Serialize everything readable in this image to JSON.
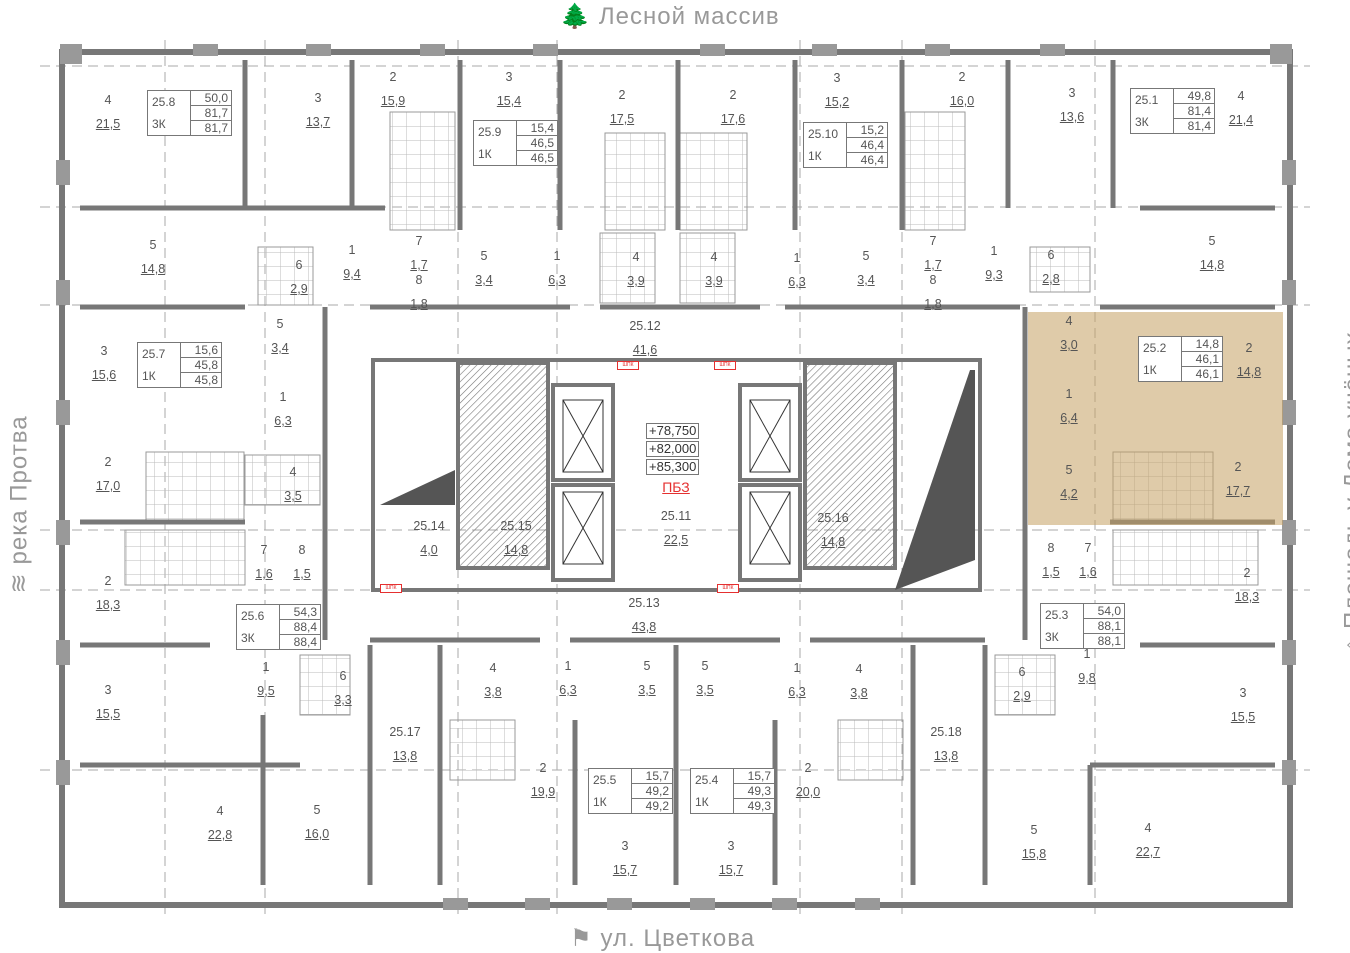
{
  "orientation": {
    "top": {
      "label": "Лесной массив",
      "icon": "tree-icon"
    },
    "bottom": {
      "label": "ул. Цветкова",
      "icon": "signpost-icon"
    },
    "left": {
      "label": "река Протва",
      "icon": "water-icon"
    },
    "right": {
      "label": "Площадь у Дома учёных",
      "icon": "building-icon"
    }
  },
  "rooms": [
    {
      "n": "4",
      "a": "21,5"
    },
    {
      "n": "3",
      "a": "13,7"
    },
    {
      "n": "2",
      "a": "15,9"
    },
    {
      "n": "3",
      "a": "15,4"
    },
    {
      "n": "2",
      "a": "17,5"
    },
    {
      "n": "2",
      "a": "17,6"
    },
    {
      "n": "3",
      "a": "15,2"
    },
    {
      "n": "2",
      "a": "16,0"
    },
    {
      "n": "3",
      "a": "13,6"
    },
    {
      "n": "4",
      "a": "21,4"
    },
    {
      "n": "5",
      "a": "14,8"
    },
    {
      "n": "6",
      "a": "2,9"
    },
    {
      "n": "1",
      "a": "9,4"
    },
    {
      "n": "7",
      "a": "1,7"
    },
    {
      "n": "8",
      "a": "1,8"
    },
    {
      "n": "5",
      "a": "3,4"
    },
    {
      "n": "1",
      "a": "6,3"
    },
    {
      "n": "4",
      "a": "3,9"
    },
    {
      "n": "4",
      "a": "3,9"
    },
    {
      "n": "1",
      "a": "6,3"
    },
    {
      "n": "5",
      "a": "3,4"
    },
    {
      "n": "7",
      "a": "1,7"
    },
    {
      "n": "8",
      "a": "1,8"
    },
    {
      "n": "1",
      "a": "9,3"
    },
    {
      "n": "6",
      "a": "2,8"
    },
    {
      "n": "5",
      "a": "14,8"
    },
    {
      "n": "5",
      "a": "3,4"
    },
    {
      "n": "3",
      "a": "15,6"
    },
    {
      "n": "1",
      "a": "6,3"
    },
    {
      "n": "2",
      "a": "17,0"
    },
    {
      "n": "4",
      "a": "3,5"
    },
    {
      "n": "7",
      "a": "1,6"
    },
    {
      "n": "8",
      "a": "1,5"
    },
    {
      "n": "2",
      "a": "18,3"
    },
    {
      "n": "1",
      "a": "9,5"
    },
    {
      "n": "6",
      "a": "3,3"
    },
    {
      "n": "3",
      "a": "15,5"
    },
    {
      "n": "4",
      "a": "22,8"
    },
    {
      "n": "5",
      "a": "16,0"
    },
    {
      "n": "25.12",
      "a": "41,6"
    },
    {
      "n": "25.11",
      "a": "22,5"
    },
    {
      "n": "25.14",
      "a": "4,0"
    },
    {
      "n": "25.15",
      "a": "14,8"
    },
    {
      "n": "25.16",
      "a": "14,8"
    },
    {
      "n": "25.13",
      "a": "43,8"
    },
    {
      "n": "25.17",
      "a": "13,8"
    },
    {
      "n": "4",
      "a": "3,8"
    },
    {
      "n": "1",
      "a": "6,3"
    },
    {
      "n": "5",
      "a": "3,5"
    },
    {
      "n": "5",
      "a": "3,5"
    },
    {
      "n": "1",
      "a": "6,3"
    },
    {
      "n": "4",
      "a": "3,8"
    },
    {
      "n": "25.18",
      "a": "13,8"
    },
    {
      "n": "2",
      "a": "19,9"
    },
    {
      "n": "2",
      "a": "20,0"
    },
    {
      "n": "3",
      "a": "15,7"
    },
    {
      "n": "3",
      "a": "15,7"
    },
    {
      "n": "4",
      "a": "3,0"
    },
    {
      "n": "2",
      "a": "14,8"
    },
    {
      "n": "1",
      "a": "6,4"
    },
    {
      "n": "5",
      "a": "4,2"
    },
    {
      "n": "2",
      "a": "17,7"
    },
    {
      "n": "8",
      "a": "1,5"
    },
    {
      "n": "7",
      "a": "1,6"
    },
    {
      "n": "2",
      "a": "18,3"
    },
    {
      "n": "1",
      "a": "9,8"
    },
    {
      "n": "6",
      "a": "2,9"
    },
    {
      "n": "3",
      "a": "15,5"
    },
    {
      "n": "5",
      "a": "15,8"
    },
    {
      "n": "4",
      "a": "22,7"
    }
  ],
  "apartments": [
    {
      "id": "25.8",
      "type": "3К",
      "v": [
        "50,0",
        "81,7",
        "81,7"
      ]
    },
    {
      "id": "25.9",
      "type": "1К",
      "v": [
        "15,4",
        "46,5",
        "46,5"
      ]
    },
    {
      "id": "25.10",
      "type": "1К",
      "v": [
        "15,2",
        "46,4",
        "46,4"
      ]
    },
    {
      "id": "25.1",
      "type": "3К",
      "v": [
        "49,8",
        "81,4",
        "81,4"
      ]
    },
    {
      "id": "25.7",
      "type": "1К",
      "v": [
        "15,6",
        "45,8",
        "45,8"
      ]
    },
    {
      "id": "25.6",
      "type": "3К",
      "v": [
        "54,3",
        "88,4",
        "88,4"
      ]
    },
    {
      "id": "25.5",
      "type": "1К",
      "v": [
        "15,7",
        "49,2",
        "49,2"
      ]
    },
    {
      "id": "25.4",
      "type": "1К",
      "v": [
        "15,7",
        "49,3",
        "49,3"
      ]
    },
    {
      "id": "25.2",
      "type": "1К",
      "v": [
        "14,8",
        "46,1",
        "46,1"
      ]
    },
    {
      "id": "25.3",
      "type": "3К",
      "v": [
        "54,0",
        "88,1",
        "88,1"
      ]
    }
  ],
  "elevations": [
    "+78,750",
    "+82,000",
    "+85,300"
  ],
  "safety_zone": "ПБЗ",
  "shk_label": "ШПК",
  "colors": {
    "highlight": "#c4a062",
    "wall": "#777777",
    "pbz": "#e53030"
  }
}
